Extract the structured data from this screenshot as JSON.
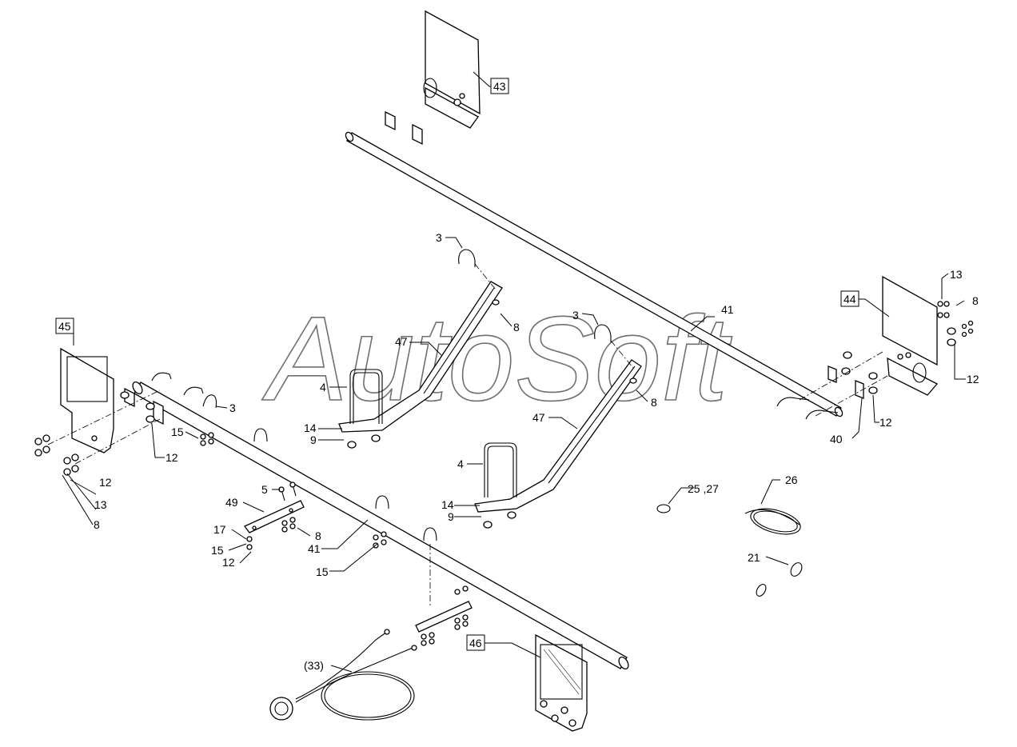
{
  "watermark": "AutoSoft",
  "labels": {
    "l3a": "3",
    "l3b": "3",
    "l3c": "3",
    "l4a": "4",
    "l4b": "4",
    "l5": "5",
    "l8a": "8",
    "l8b": "8",
    "l8c": "8",
    "l8d": "8",
    "l8e": "8",
    "l9a": "9",
    "l9b": "9",
    "l12a": "12",
    "l12b": "12",
    "l12c": "12",
    "l12d": "12",
    "l12e": "12",
    "l13a": "13",
    "l13b": "13",
    "l14a": "14",
    "l14b": "14",
    "l15a": "15",
    "l15b": "15",
    "l15c": "15",
    "l17": "17",
    "l21": "21",
    "l2527": "25 ,27",
    "l26": "26",
    "l33": "(33)",
    "l40": "40",
    "l41a": "41",
    "l41b": "41",
    "l47a": "47",
    "l47b": "47",
    "l49": "49"
  },
  "boxed_labels": {
    "b43": "43",
    "b44": "44",
    "b45": "45",
    "b46": "46"
  }
}
